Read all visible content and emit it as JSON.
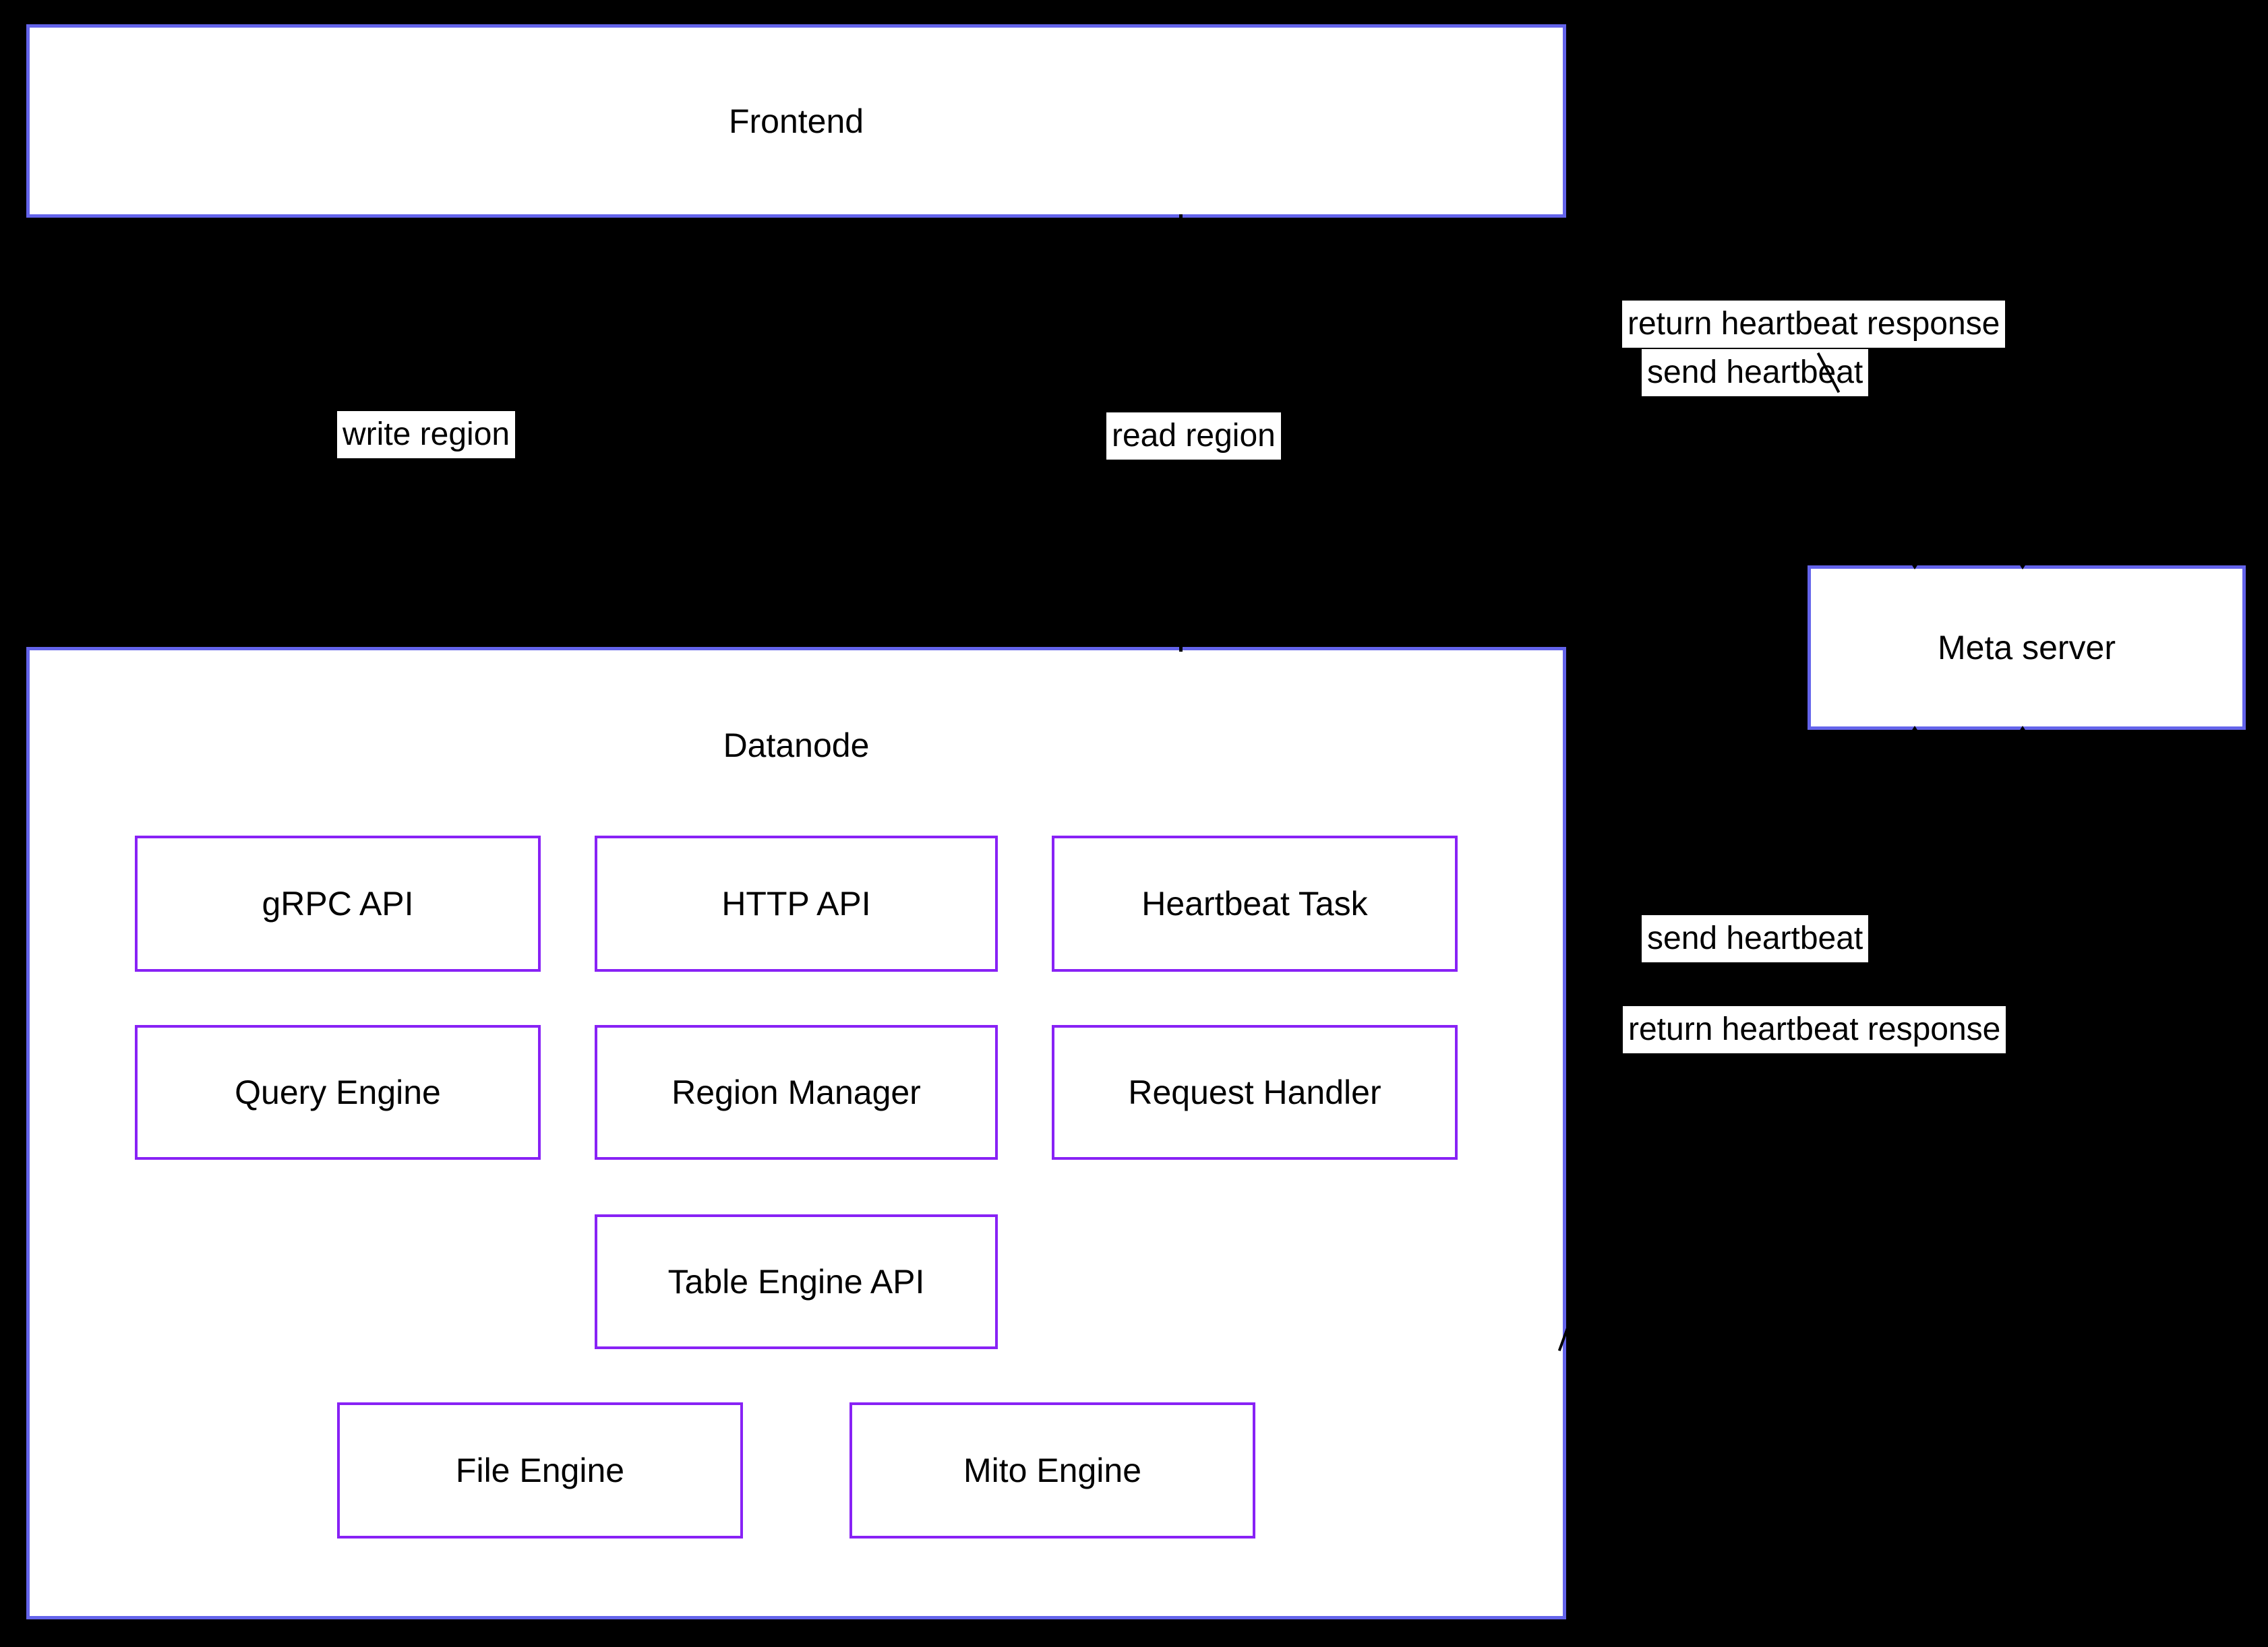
{
  "diagram": {
    "colors": {
      "background": "#000000",
      "cluster_border": "#6464eb",
      "node_border": "#8822f5",
      "node_fill": "#ffffff",
      "label_bg": "#ffffff",
      "text": "#000000",
      "edge": "#000000"
    },
    "nodes": {
      "frontend": "Frontend",
      "datanode": "Datanode",
      "meta_server": "Meta server",
      "grpc_api": "gRPC API",
      "http_api": "HTTP API",
      "heartbeat_task": "Heartbeat Task",
      "query_engine": "Query Engine",
      "region_manager": "Region Manager",
      "request_handler": "Request Handler",
      "table_engine_api": "Table Engine API",
      "file_engine": "File Engine",
      "mito_engine": "Mito Engine"
    },
    "edge_labels": {
      "write_region": "write region",
      "read_region": "read region",
      "return_heartbeat_top": "return heartbeat response",
      "send_heartbeat_top": "send heartbeat",
      "send_heartbeat_bottom": "send heartbeat",
      "return_heartbeat_bottom": "return heartbeat response"
    }
  }
}
